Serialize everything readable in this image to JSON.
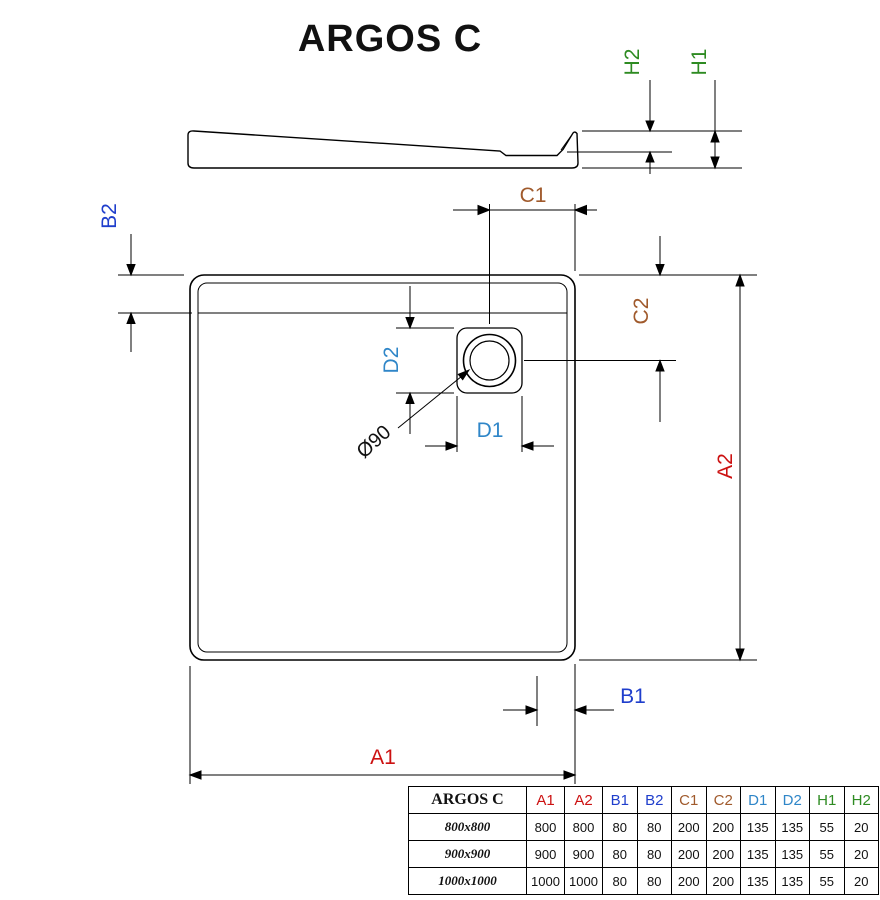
{
  "title": "ARGOS C",
  "colors": {
    "a": "#cc1111",
    "b": "#1f3ecc",
    "c": "#a05a2c",
    "d": "#2f86c8",
    "h": "#2e8b22",
    "drawing": "#000000"
  },
  "dim_labels": {
    "a1": "A1",
    "a2": "A2",
    "b1": "B1",
    "b2": "B2",
    "c1": "C1",
    "c2": "C2",
    "d1": "D1",
    "d2": "D2",
    "h1": "H1",
    "h2": "H2",
    "diameter": "Ø90"
  },
  "table": {
    "product_header": "ARGOS C",
    "columns": [
      "A1",
      "A2",
      "B1",
      "B2",
      "C1",
      "C2",
      "D1",
      "D2",
      "H1",
      "H2"
    ],
    "rows": [
      {
        "size": "800x800",
        "values": [
          "800",
          "800",
          "80",
          "80",
          "200",
          "200",
          "135",
          "135",
          "55",
          "20"
        ]
      },
      {
        "size": "900x900",
        "values": [
          "900",
          "900",
          "80",
          "80",
          "200",
          "200",
          "135",
          "135",
          "55",
          "20"
        ]
      },
      {
        "size": "1000x1000",
        "values": [
          "1000",
          "1000",
          "80",
          "80",
          "200",
          "200",
          "135",
          "135",
          "55",
          "20"
        ]
      }
    ]
  }
}
